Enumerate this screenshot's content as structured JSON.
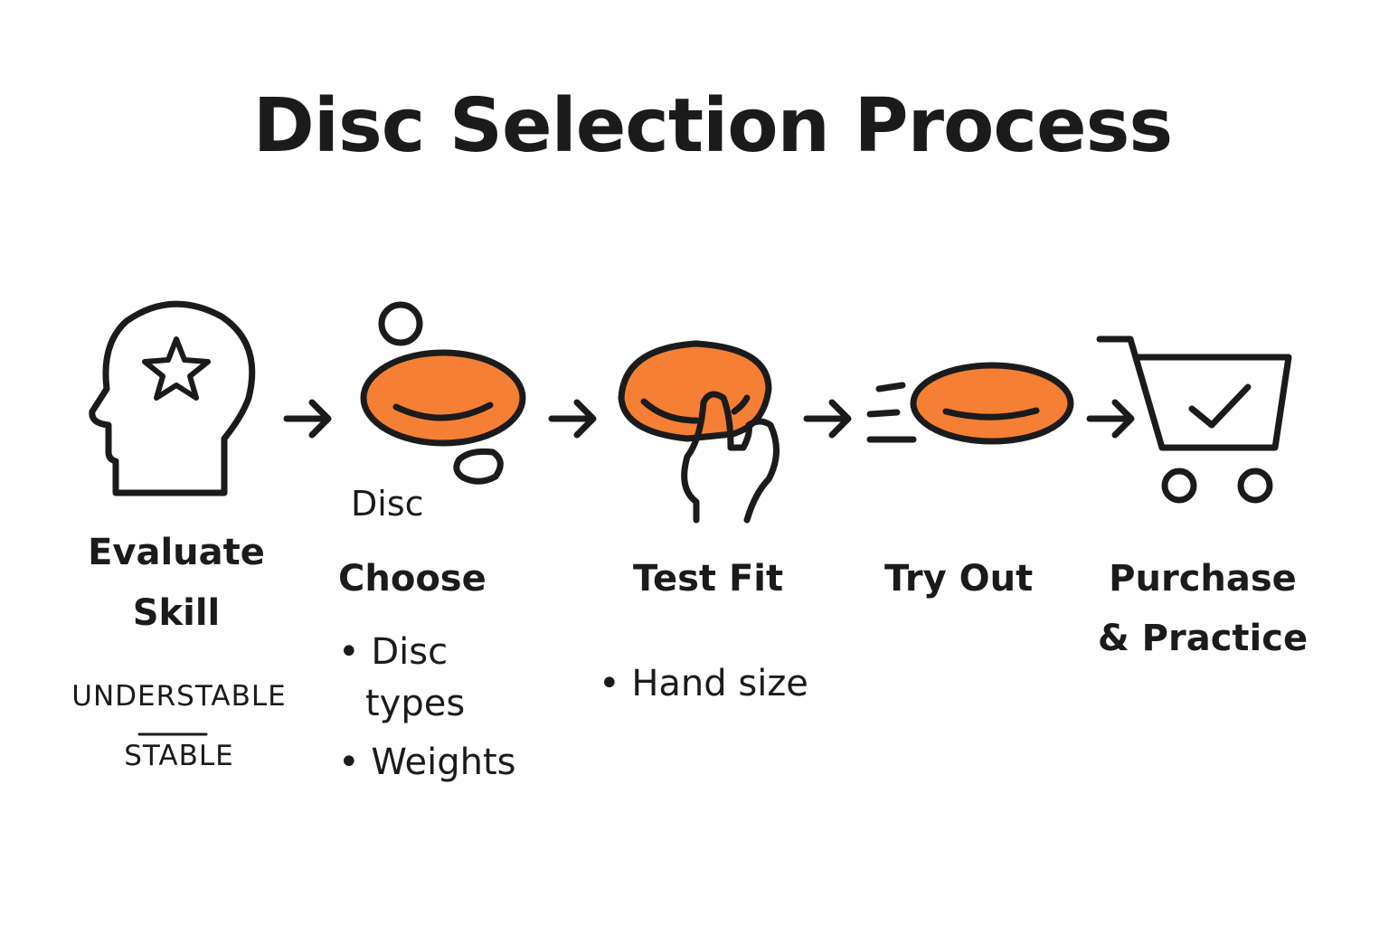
{
  "title": "Disc Selection Process",
  "colors": {
    "accent": "#F47F35",
    "stroke": "#1b1b1b"
  },
  "steps": [
    {
      "icon": "head-star-icon",
      "label_lines": [
        "Evaluate",
        "Skill"
      ],
      "extras": [
        "UNDERSTABLE",
        "STABLE"
      ]
    },
    {
      "icon": "disc-choice-icon",
      "label_lines": [
        "Choose"
      ],
      "top_label": "Disc",
      "bullets": [
        "Disc",
        "types",
        "Weights"
      ]
    },
    {
      "icon": "hand-disc-icon",
      "label_lines": [
        "Test Fit"
      ],
      "bullets": [
        "Hand size"
      ]
    },
    {
      "icon": "flying-disc-icon",
      "label_lines": [
        "Try Out"
      ]
    },
    {
      "icon": "shopping-cart-check-icon",
      "label_lines": [
        "Purchase",
        "& Practice"
      ]
    }
  ]
}
